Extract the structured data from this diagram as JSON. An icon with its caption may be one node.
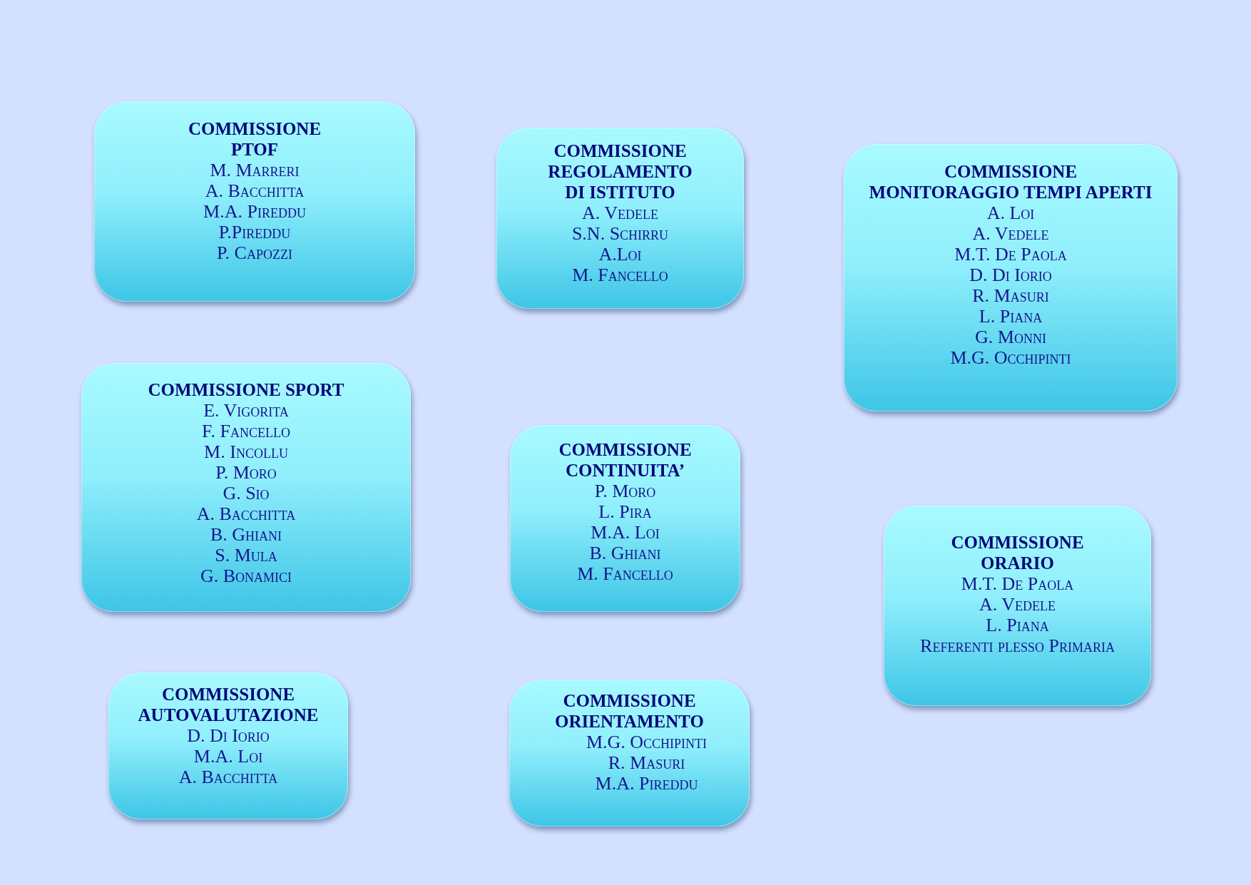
{
  "diagram": {
    "nodes": [
      {
        "text": [
          "COMMISSIONE PTOF",
          "M. Marreri",
          "A. Bacchitta",
          "M.A. Pireddu",
          "P.Pireddu",
          "P. Capozzi"
        ]
      },
      {
        "text": [
          "COMMISSIONE REGOLAMENTO DI ISTITUTO",
          "A. Vedele",
          "S.N. Schirru",
          "A.Loi",
          "M. Fancello"
        ]
      },
      {
        "text": [
          "COMMISSIONE MONITORAGGIO TEMPI APERTI",
          "A. Loi",
          "A. Vedele",
          "M.T. De Paola",
          "D. Di Iorio",
          "R. Masuri",
          "L. Piana",
          "G. Monni",
          "M.G. Occhipinti"
        ]
      },
      {
        "text": [
          "COMMISSIONE SPORT",
          "E. Vigorita",
          "F. Fancello",
          "M. Incollu",
          "P. Moro",
          "G. Sio",
          "A. Bacchitta",
          "B. Ghiani",
          "S. Mula",
          "G. Bonamici"
        ]
      },
      {
        "text": [
          "COMMISSIONE CONTINUITA’",
          "P. Moro",
          "L. Pira",
          "M.A. Loi",
          "B. Ghiani",
          "M. Fancello"
        ]
      },
      {
        "text": [
          "COMMISSIONE ORARIO",
          "M.T. De Paola",
          "A. Vedele",
          "L. Piana",
          "Referenti plesso Primaria"
        ]
      },
      {
        "text": [
          "COMMISSIONE AUTOVALUTAZIONE",
          "D. Di Iorio",
          "M.A. Loi",
          "A. Bacchitta"
        ]
      },
      {
        "text": [
          "COMMISSIONE ORIENTAMENTO",
          "M.G. Occhipinti",
          "R. Masuri",
          "M.A. Pireddu"
        ]
      }
    ]
  }
}
